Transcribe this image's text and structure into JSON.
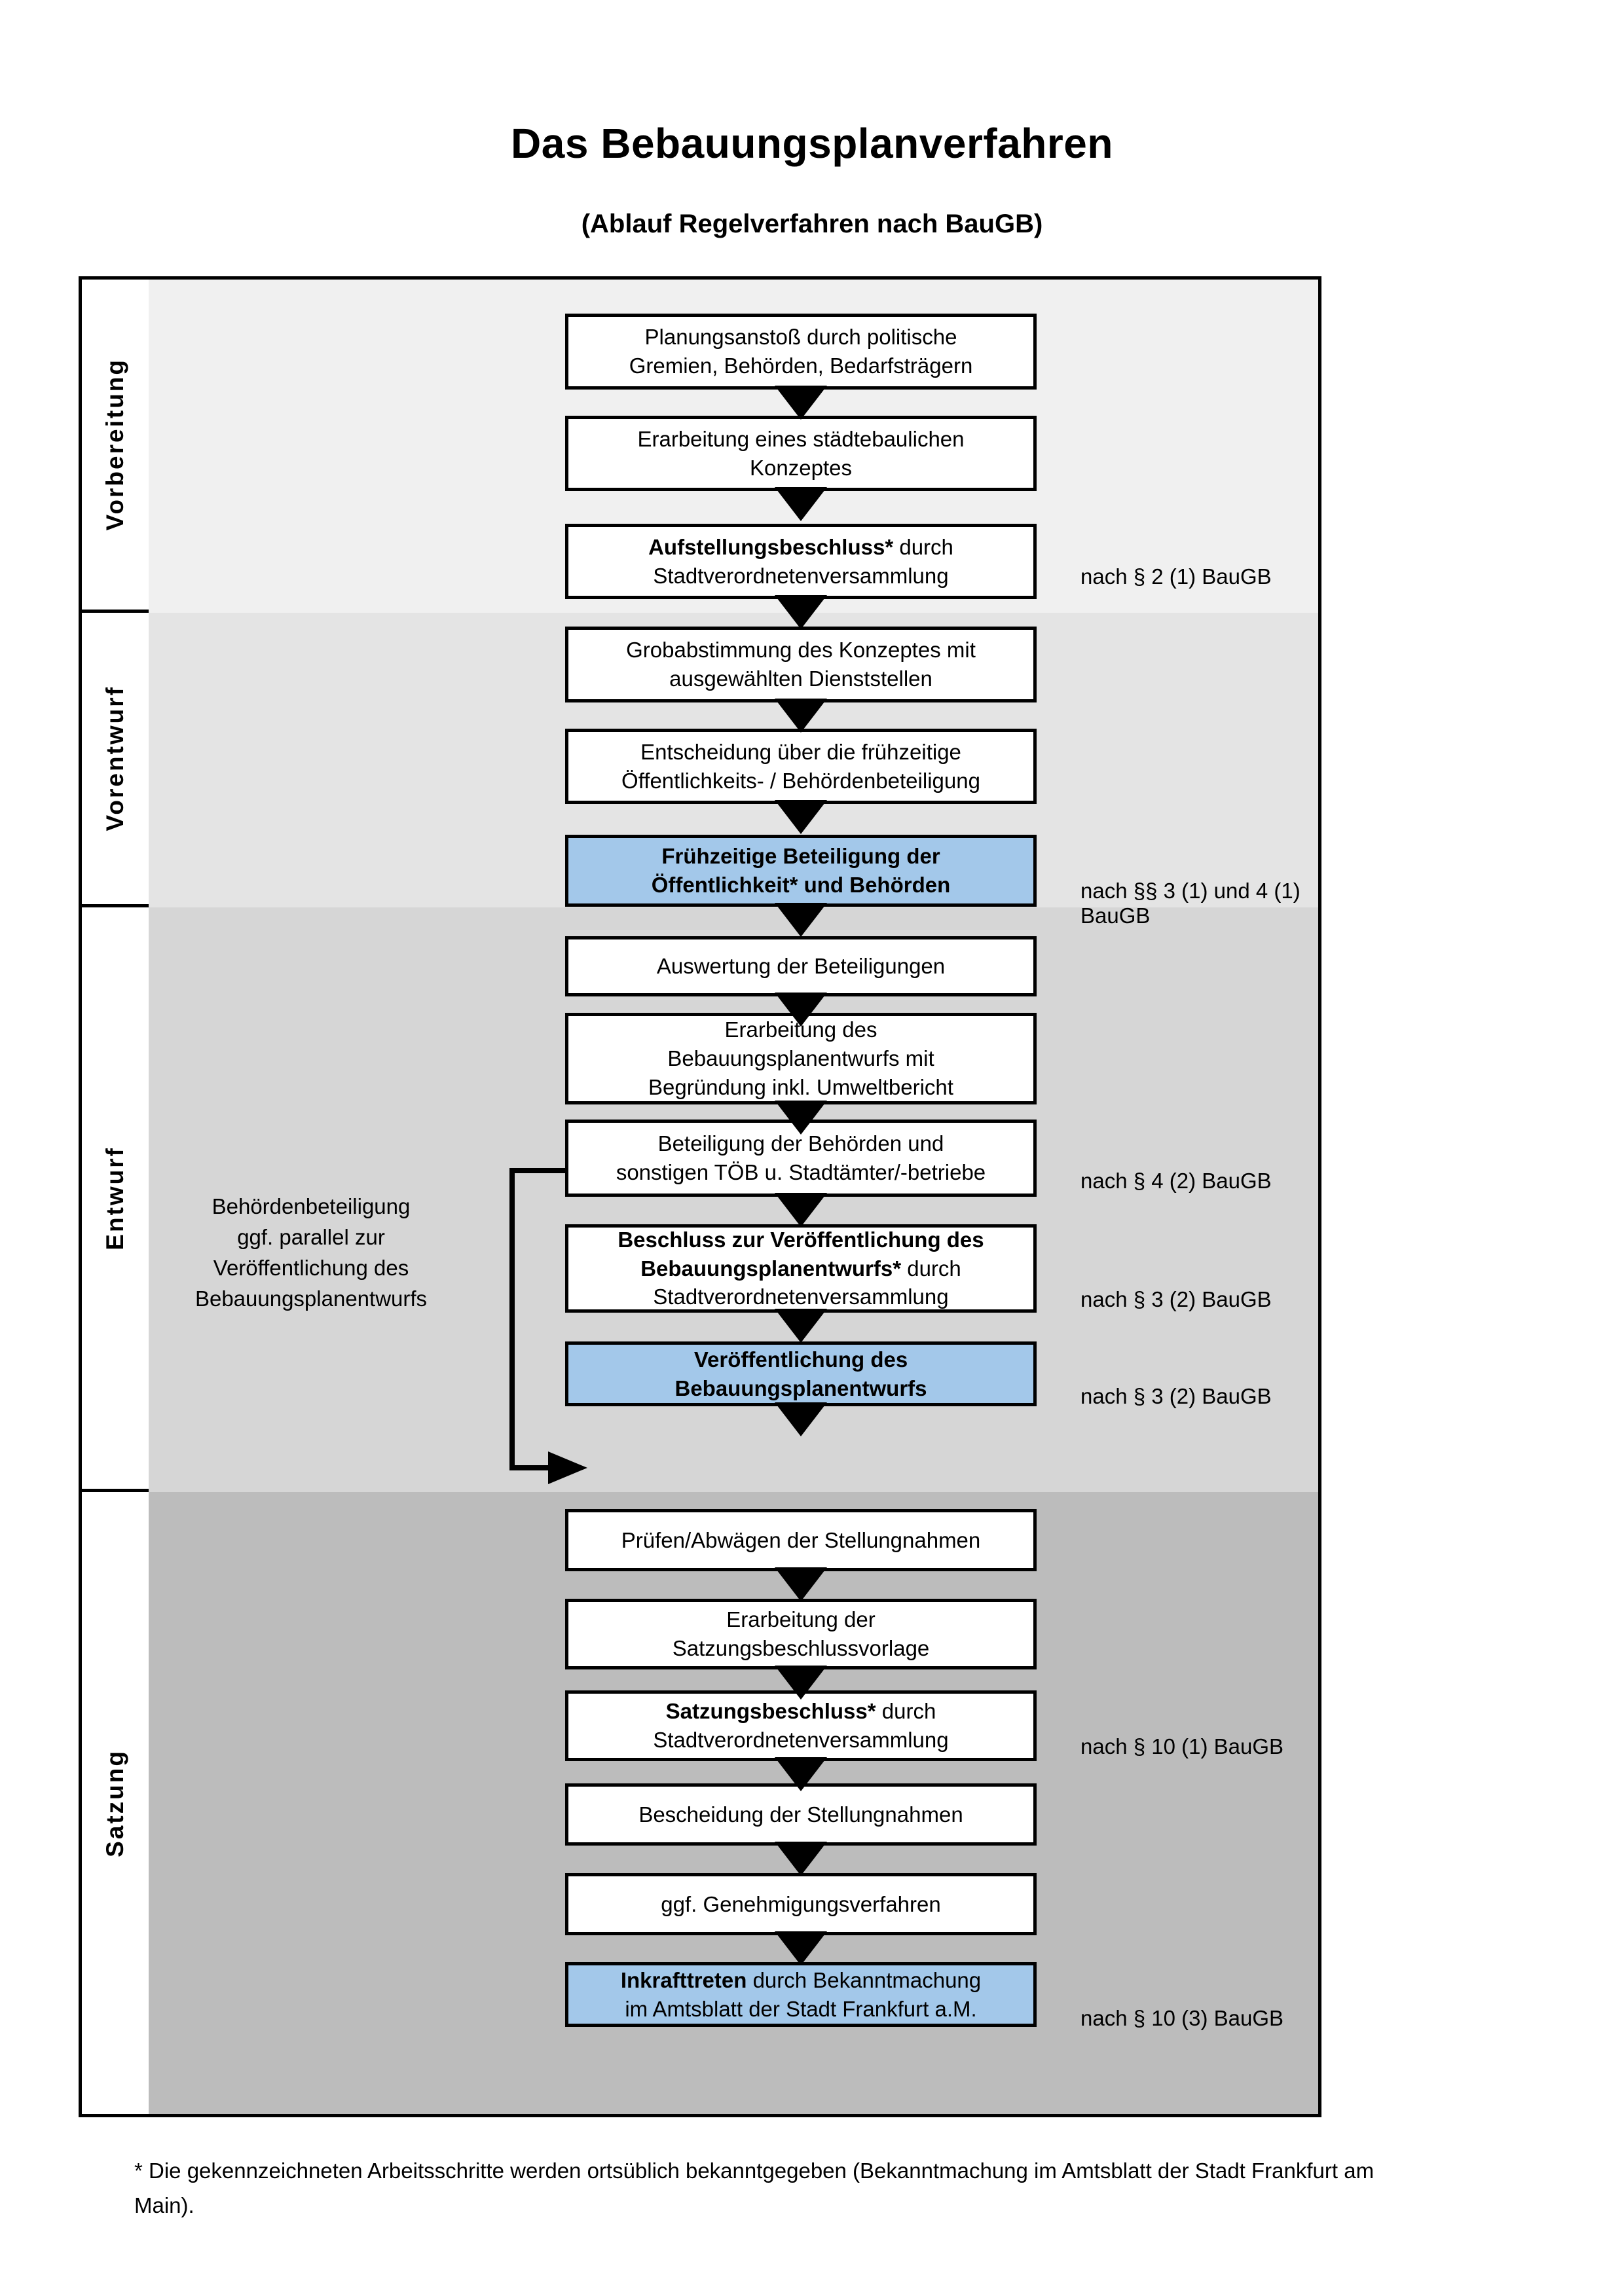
{
  "header": {
    "title": "Das Bebauungsplanverfahren",
    "subtitle": "(Ablauf Regelverfahren nach BauGB)"
  },
  "colors": {
    "highlight_blue": "#a3c8ea",
    "band_vorbereitung": "#f0f0f0",
    "band_vorentwurf": "#e4e4e4",
    "band_entwurf": "#d6d6d6",
    "band_satzung": "#bcbcbc",
    "border": "#000000"
  },
  "phases": [
    {
      "id": "vorbereitung",
      "label": "Vorbereitung"
    },
    {
      "id": "vorentwurf",
      "label": "Vorentwurf"
    },
    {
      "id": "entwurf",
      "label": "Entwurf"
    },
    {
      "id": "satzung",
      "label": "Satzung"
    }
  ],
  "steps": [
    {
      "id": "planungsanstoss",
      "phase": "vorbereitung",
      "highlight": false,
      "lines": [
        {
          "text": "Planungsanstoß durch politische",
          "bold": false
        },
        {
          "text": "Gremien, Behörden, Bedarfsträgern",
          "bold": false
        }
      ]
    },
    {
      "id": "staedtebauliches-konzept",
      "phase": "vorbereitung",
      "highlight": false,
      "lines": [
        {
          "text": "Erarbeitung eines städtebaulichen",
          "bold": false
        },
        {
          "text": "Konzeptes",
          "bold": false
        }
      ]
    },
    {
      "id": "aufstellungsbeschluss",
      "phase": "vorbereitung",
      "highlight": false,
      "lines": [
        {
          "text": "Aufstellungsbeschluss*",
          "bold": true
        },
        {
          "text": " durch",
          "bold": false
        },
        {
          "text": "BREAK",
          "bold": false
        },
        {
          "text": "Stadtverordnetenversammlung",
          "bold": false
        }
      ]
    },
    {
      "id": "grobabstimmung",
      "phase": "vorentwurf",
      "highlight": false,
      "lines": [
        {
          "text": "Grobabstimmung des Konzeptes mit",
          "bold": false
        },
        {
          "text": "ausgewählten Dienststellen",
          "bold": false
        }
      ]
    },
    {
      "id": "entscheidung-fruehzeitig",
      "phase": "vorentwurf",
      "highlight": false,
      "lines": [
        {
          "text": "Entscheidung über die frühzeitige",
          "bold": false
        },
        {
          "text": "Öffentlichkeits- / Behördenbeteiligung",
          "bold": false
        }
      ]
    },
    {
      "id": "fruehzeitige-beteiligung",
      "phase": "vorentwurf",
      "highlight": true,
      "lines": [
        {
          "text": "Frühzeitige Beteiligung der",
          "bold": true
        },
        {
          "text": "Öffentlichkeit* und Behörden",
          "bold": true
        }
      ]
    },
    {
      "id": "auswertung-beteiligungen",
      "phase": "entwurf",
      "highlight": false,
      "lines": [
        {
          "text": "Auswertung der Beteiligungen",
          "bold": false
        }
      ]
    },
    {
      "id": "erarbeitung-entwurf",
      "phase": "entwurf",
      "highlight": false,
      "lines": [
        {
          "text": "Erarbeitung des",
          "bold": false
        },
        {
          "text": "Bebauungsplanentwurfs mit",
          "bold": false
        },
        {
          "text": "Begründung inkl. Umweltbericht",
          "bold": false
        }
      ]
    },
    {
      "id": "beteiligung-behoerden",
      "phase": "entwurf",
      "highlight": false,
      "lines": [
        {
          "text": "Beteiligung der Behörden und",
          "bold": false
        },
        {
          "text": "sonstigen TÖB u. Stadtämter/-betriebe",
          "bold": false
        }
      ]
    },
    {
      "id": "beschluss-veroeffentlichung",
      "phase": "entwurf",
      "highlight": false,
      "lines": [
        {
          "text": "Beschluss zur Veröffentlichung des",
          "bold": true
        },
        {
          "text": "Bebauungsplanentwurfs*",
          "bold": true
        },
        {
          "text": " durch",
          "bold": false
        },
        {
          "text": "BREAK",
          "bold": false
        },
        {
          "text": "Stadtverordnetenversammlung",
          "bold": false
        }
      ]
    },
    {
      "id": "veroeffentlichung-entwurf",
      "phase": "entwurf",
      "highlight": true,
      "lines": [
        {
          "text": "Veröffentlichung des",
          "bold": true
        },
        {
          "text": "Bebauungsplanentwurfs",
          "bold": true
        }
      ]
    },
    {
      "id": "pruefen-abwaegen",
      "phase": "satzung",
      "highlight": false,
      "lines": [
        {
          "text": "Prüfen/Abwägen der Stellungnahmen",
          "bold": false
        }
      ]
    },
    {
      "id": "satzungsbeschlussvorlage",
      "phase": "satzung",
      "highlight": false,
      "lines": [
        {
          "text": "Erarbeitung der",
          "bold": false
        },
        {
          "text": "Satzungsbeschlussvorlage",
          "bold": false
        }
      ]
    },
    {
      "id": "satzungsbeschluss",
      "phase": "satzung",
      "highlight": false,
      "lines": [
        {
          "text": "Satzungsbeschluss*",
          "bold": true
        },
        {
          "text": " durch",
          "bold": false
        },
        {
          "text": "BREAK",
          "bold": false
        },
        {
          "text": "Stadtverordnetenversammlung",
          "bold": false
        }
      ]
    },
    {
      "id": "bescheidung-stellungnahmen",
      "phase": "satzung",
      "highlight": false,
      "lines": [
        {
          "text": "Bescheidung der Stellungnahmen",
          "bold": false
        }
      ]
    },
    {
      "id": "genehmigungsverfahren",
      "phase": "satzung",
      "highlight": false,
      "lines": [
        {
          "text": "ggf. Genehmigungsverfahren",
          "bold": false
        }
      ]
    },
    {
      "id": "inkrafttreten",
      "phase": "satzung",
      "highlight": true,
      "lines": [
        {
          "text": "Inkrafttreten",
          "bold": true
        },
        {
          "text": " durch Bekanntmachung",
          "bold": false
        },
        {
          "text": "BREAK",
          "bold": false
        },
        {
          "text": "im Amtsblatt der Stadt Frankfurt a.M.",
          "bold": false
        }
      ]
    }
  ],
  "side_note": {
    "id": "behoerdenbeteiligung-parallel",
    "lines": [
      "Behördenbeteiligung",
      "ggf. parallel zur",
      "Veröffentlichung des",
      "Bebauungsplanentwurfs"
    ]
  },
  "law_notes": [
    {
      "id": "law-1",
      "text": "nach § 2 (1) BauGB",
      "for": "aufstellungsbeschluss"
    },
    {
      "id": "law-2",
      "text": "nach §§ 3 (1) und 4 (1) BauGB",
      "for": "fruehzeitige-beteiligung"
    },
    {
      "id": "law-3",
      "text": "nach § 4 (2) BauGB",
      "for": "beteiligung-behoerden"
    },
    {
      "id": "law-4",
      "text": "nach § 3 (2) BauGB",
      "for": "beschluss-veroeffentlichung"
    },
    {
      "id": "law-5",
      "text": "nach § 3 (2) BauGB",
      "for": "veroeffentlichung-entwurf"
    },
    {
      "id": "law-6",
      "text": "nach § 10 (1) BauGB",
      "for": "satzungsbeschluss"
    },
    {
      "id": "law-7",
      "text": "nach § 10 (3) BauGB",
      "for": "inkrafttreten"
    }
  ],
  "footnote": {
    "text": "* Die gekennzeichneten Arbeitsschritte werden ortsüblich bekanntgegeben (Bekanntmachung im Amtsblatt  der Stadt Frankfurt am Main)."
  }
}
